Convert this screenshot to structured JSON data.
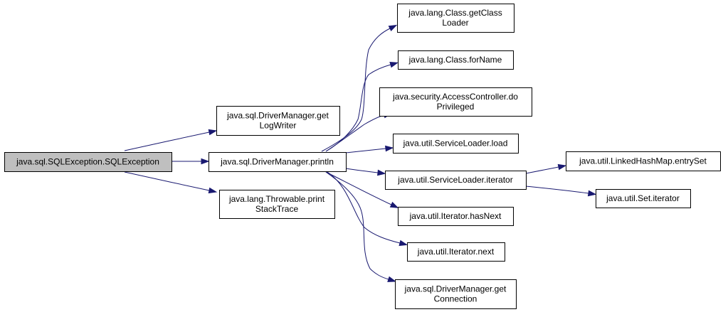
{
  "colors": {
    "edge": "#191970",
    "node_border": "#000000",
    "node_fill": "#ffffff",
    "root_fill": "#bfbfbf"
  },
  "nodes": {
    "root": {
      "lines": [
        "java.sql.SQLException.SQLException"
      ]
    },
    "getLogWriter": {
      "lines": [
        "java.sql.DriverManager.get",
        "LogWriter"
      ]
    },
    "println": {
      "lines": [
        "java.sql.DriverManager.println"
      ]
    },
    "printStackTrace": {
      "lines": [
        "java.lang.Throwable.print",
        "StackTrace"
      ]
    },
    "getClassLoader": {
      "lines": [
        "java.lang.Class.getClass",
        "Loader"
      ]
    },
    "forName": {
      "lines": [
        "java.lang.Class.forName"
      ]
    },
    "doPrivileged": {
      "lines": [
        "java.security.AccessController.do",
        "Privileged"
      ]
    },
    "serviceLoaderLoad": {
      "lines": [
        "java.util.ServiceLoader.load"
      ]
    },
    "serviceLoaderIterator": {
      "lines": [
        "java.util.ServiceLoader.iterator"
      ]
    },
    "hasNext": {
      "lines": [
        "java.util.Iterator.hasNext"
      ]
    },
    "next": {
      "lines": [
        "java.util.Iterator.next"
      ]
    },
    "getConnection": {
      "lines": [
        "java.sql.DriverManager.get",
        "Connection"
      ]
    },
    "entrySet": {
      "lines": [
        "java.util.LinkedHashMap.entrySet"
      ]
    },
    "setIterator": {
      "lines": [
        "java.util.Set.iterator"
      ]
    }
  },
  "edges": [
    [
      "root",
      "getLogWriter"
    ],
    [
      "root",
      "println"
    ],
    [
      "root",
      "printStackTrace"
    ],
    [
      "println",
      "getClassLoader"
    ],
    [
      "println",
      "forName"
    ],
    [
      "println",
      "doPrivileged"
    ],
    [
      "println",
      "serviceLoaderLoad"
    ],
    [
      "println",
      "serviceLoaderIterator"
    ],
    [
      "println",
      "hasNext"
    ],
    [
      "println",
      "next"
    ],
    [
      "println",
      "getConnection"
    ],
    [
      "serviceLoaderIterator",
      "entrySet"
    ],
    [
      "serviceLoaderIterator",
      "setIterator"
    ]
  ]
}
